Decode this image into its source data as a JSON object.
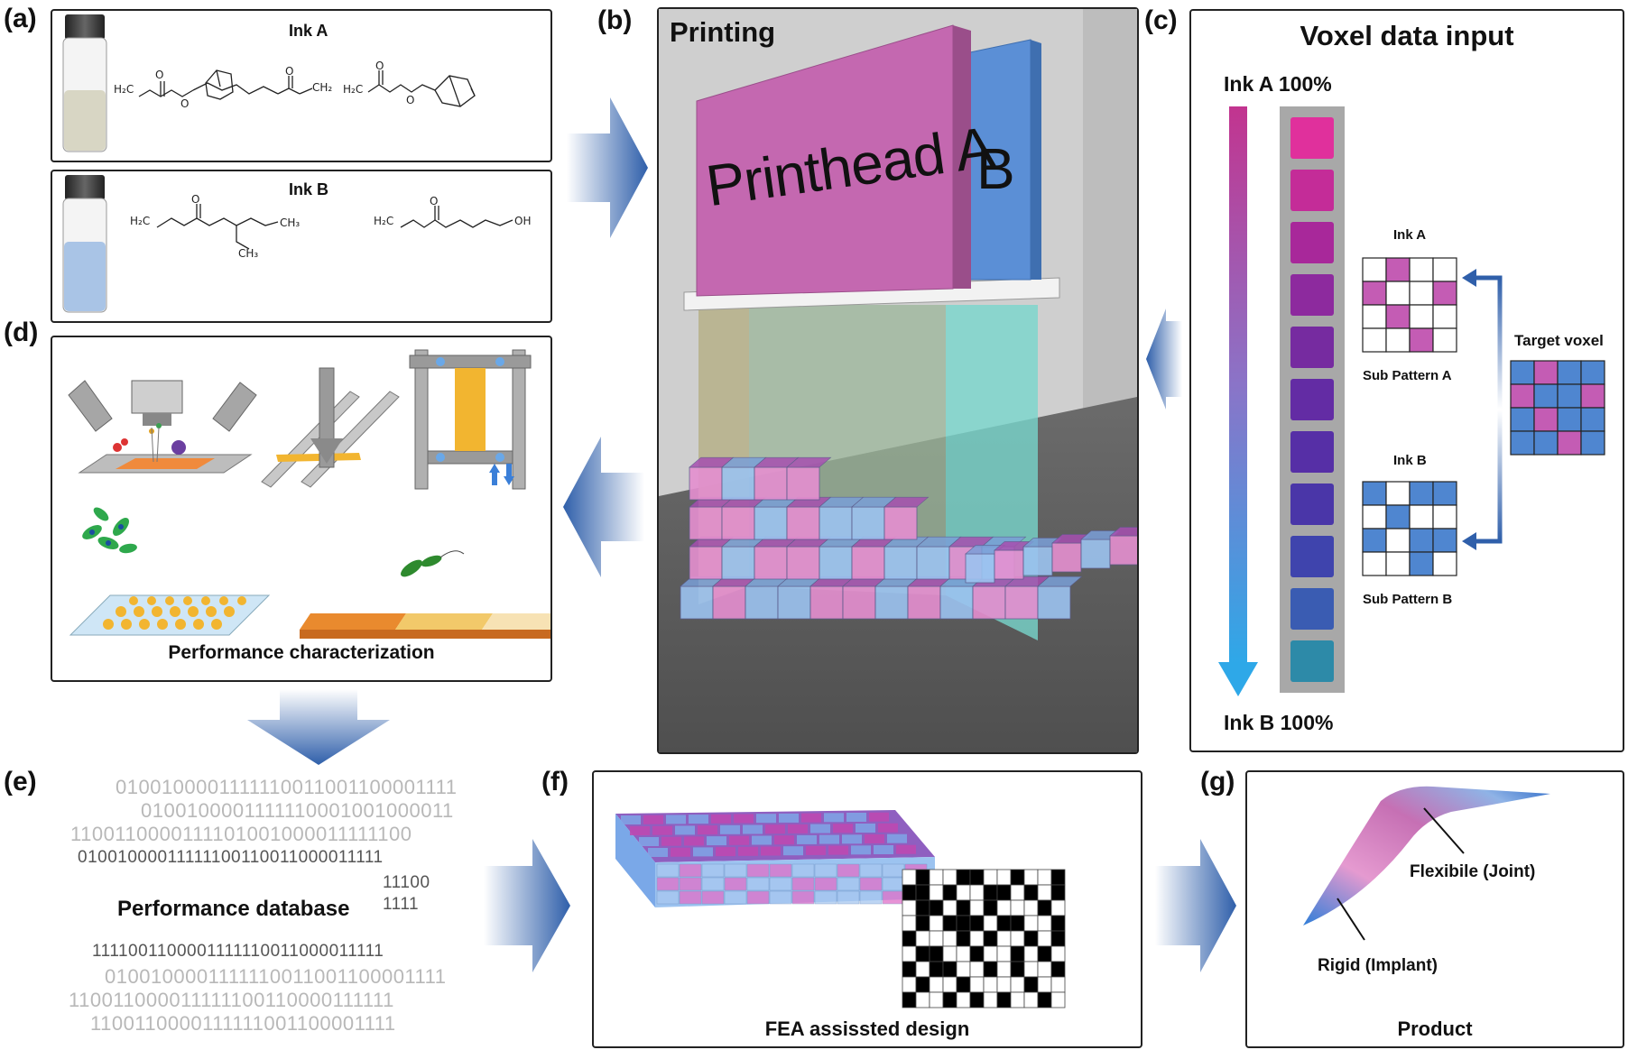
{
  "panel_labels": {
    "a": "(a)",
    "b": "(b)",
    "c": "(c)",
    "d": "(d)",
    "e": "(e)",
    "f": "(f)",
    "g": "(g)"
  },
  "panel_a": {
    "ink_a_title": "Ink A",
    "ink_b_title": "Ink B",
    "chem_h2c": "H₂C",
    "chem_ch2": "CH₂",
    "chem_ch3": "CH₃",
    "chem_oh": "OH",
    "chem_o": "O",
    "colors": {
      "ink_a_liquid": "#d8d6c4",
      "ink_b_liquid": "#a9c4e6"
    }
  },
  "panel_b": {
    "title": "Printing",
    "printhead_a": "Printhead A",
    "printhead_b": "B",
    "colors": {
      "head_a": "#c468b0",
      "head_b": "#5b8fd6",
      "voxel_pink": "#e58fd0",
      "voxel_blue": "#9cc3f0"
    }
  },
  "panel_c": {
    "title": "Voxel data input",
    "top_label": "Ink A 100%",
    "bottom_label": "Ink B 100%",
    "ink_a_label": "Ink A",
    "sub_a_label": "Sub Pattern A",
    "ink_b_label": "Ink B",
    "sub_b_label": "Sub Pattern B",
    "target_label": "Target voxel",
    "swatches": [
      "#e0309c",
      "#c42c98",
      "#a8289a",
      "#8d2a9e",
      "#762ba0",
      "#632ca4",
      "#562fa6",
      "#4a36a8",
      "#3f44ad",
      "#3a5cb2",
      "#2d8aa8"
    ],
    "sub_a_grid": [
      [
        0,
        1,
        0,
        0
      ],
      [
        1,
        0,
        0,
        1
      ],
      [
        0,
        1,
        0,
        0
      ],
      [
        0,
        0,
        1,
        0
      ]
    ],
    "sub_b_grid": [
      [
        0,
        1,
        0,
        0
      ],
      [
        1,
        0,
        1,
        1
      ],
      [
        0,
        1,
        0,
        0
      ],
      [
        1,
        1,
        0,
        1
      ]
    ],
    "colors": {
      "pink": "#c45cb4",
      "blue": "#4f86d0"
    }
  },
  "panel_d": {
    "caption": "Performance characterization"
  },
  "panel_e": {
    "caption": "Performance database",
    "lines": [
      "0100100001111110011001100001111",
      "0100100001111110001001000011",
      "1100110000111101001000011111100",
      "01001000011111100110011000011111",
      "11100",
      "1111",
      "1111001100001111110011000011111",
      "0100100001111110011001100001111",
      "110011000011111100110000111111",
      "1100110000111111001100001111"
    ]
  },
  "panel_f": {
    "caption": "FEA assissted design",
    "grid": [
      [
        0,
        1,
        0,
        0,
        1,
        1,
        0,
        0,
        1,
        0,
        0,
        1
      ],
      [
        1,
        1,
        0,
        1,
        0,
        0,
        1,
        1,
        0,
        1,
        0,
        1
      ],
      [
        0,
        1,
        1,
        0,
        1,
        0,
        1,
        0,
        0,
        0,
        1,
        0
      ],
      [
        0,
        1,
        0,
        1,
        1,
        1,
        0,
        1,
        1,
        0,
        0,
        1
      ],
      [
        1,
        0,
        0,
        0,
        1,
        0,
        1,
        0,
        0,
        1,
        0,
        1
      ],
      [
        0,
        1,
        1,
        0,
        0,
        1,
        0,
        0,
        1,
        0,
        1,
        0
      ],
      [
        1,
        0,
        1,
        1,
        0,
        0,
        1,
        0,
        1,
        0,
        0,
        1
      ],
      [
        0,
        1,
        0,
        0,
        1,
        0,
        0,
        0,
        0,
        1,
        0,
        0
      ],
      [
        1,
        0,
        0,
        1,
        0,
        1,
        0,
        1,
        0,
        0,
        1,
        0
      ]
    ]
  },
  "panel_g": {
    "caption": "Product",
    "flexible_label": "Flexibile (Joint)",
    "rigid_label": "Rigid (Implant)"
  }
}
